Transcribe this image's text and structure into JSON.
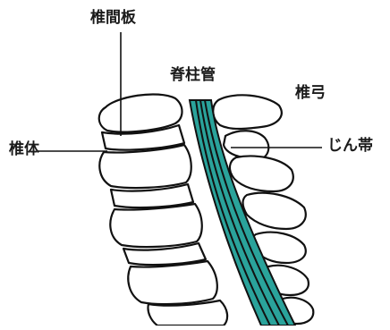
{
  "labels": {
    "intervertebral_disc": "椎間板",
    "spinal_canal": "脊柱管",
    "vertebral_arch": "椎弓",
    "vertebral_body": "椎体",
    "ligament": "じん帯"
  },
  "colors": {
    "canal_fill": "#2aa39b",
    "outline": "#111111",
    "background": "#ffffff"
  }
}
